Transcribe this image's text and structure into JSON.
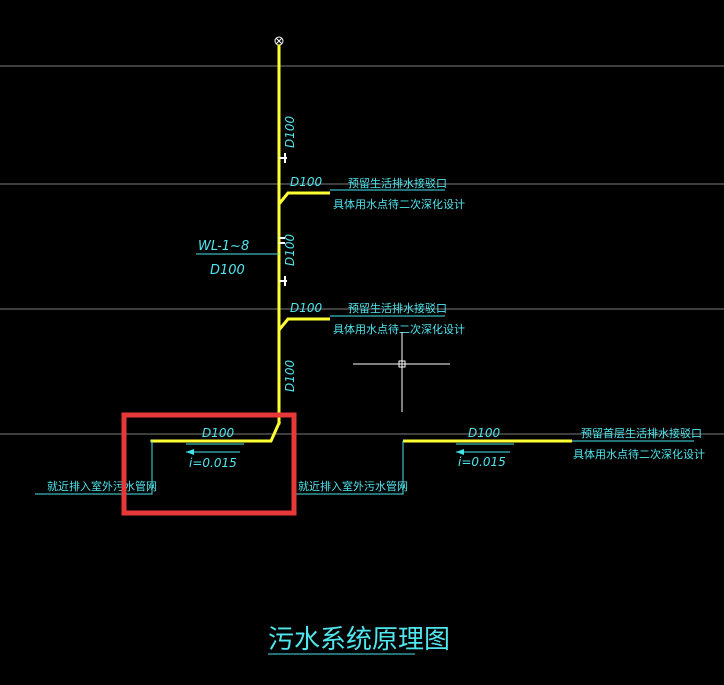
{
  "colors": {
    "background": "#000000",
    "pipe": "#ffff33",
    "annotation": "#44e4ec",
    "floor_line": "#7c7c7c",
    "highlight_box": "#e8393a",
    "cursor": "#ffffff"
  },
  "riser": {
    "pipe_label": "WL-1~8",
    "pipe_size": "D100",
    "segment_labels": [
      "D100",
      "D100",
      "D100"
    ]
  },
  "branches": [
    {
      "size": "D100",
      "note_line1": "预留生活排水接驳口",
      "note_line2": "具体用水点待二次深化设计"
    },
    {
      "size": "D100",
      "note_line1": "预留生活排水接驳口",
      "note_line2": "具体用水点待二次深化设计"
    }
  ],
  "outlets": [
    {
      "size": "D100",
      "slope": "i=0.015",
      "discharge_note": "就近排入室外污水管网"
    },
    {
      "size": "D100",
      "slope": "i=0.015",
      "discharge_note": "就近排入室外污水管网",
      "end_note_line1": "预留首层生活排水接驳口",
      "end_note_line2": "具体用水点待二次深化设计"
    }
  ],
  "title": "污水系统原理图"
}
